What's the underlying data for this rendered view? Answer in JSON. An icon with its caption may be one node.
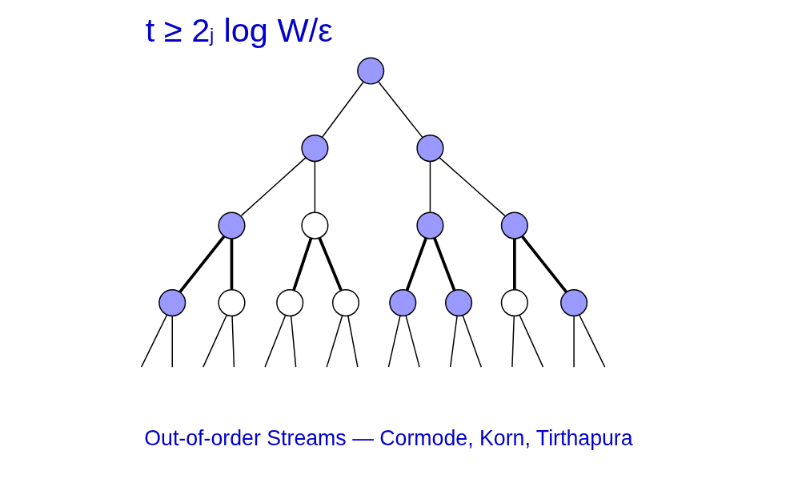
{
  "diagram": {
    "title": "t ≥ 2$^{j}$ log W/ε",
    "caption": "Out-of-order Streams — Cormode, Korn, Tirthapura",
    "nodes": [
      {
        "text": [],
        "shape": "circle"
      },
      {
        "text": [],
        "shape": "circle"
      },
      {
        "text": [],
        "shape": "circle"
      },
      {
        "text": [],
        "shape": "circle"
      },
      {
        "text": [],
        "shape": "circle"
      },
      {
        "text": [],
        "shape": "circle"
      },
      {
        "text": [],
        "shape": "circle"
      },
      {
        "text": [],
        "shape": "circle"
      },
      {
        "text": [],
        "shape": "circle"
      },
      {
        "text": [],
        "shape": "circle"
      },
      {
        "text": [],
        "shape": "circle"
      },
      {
        "text": [],
        "shape": "circle"
      },
      {
        "text": [],
        "shape": "circle"
      },
      {
        "text": [],
        "shape": "circle"
      },
      {
        "text": [],
        "shape": "circle"
      }
    ],
    "edges": [
      {
        "from": 0,
        "to": 1,
        "arrow": "none"
      },
      {
        "from": 0,
        "to": 2,
        "arrow": "none"
      },
      {
        "from": 1,
        "to": 3,
        "arrow": "none"
      },
      {
        "from": 1,
        "to": 4,
        "arrow": "none"
      },
      {
        "from": 2,
        "to": 5,
        "arrow": "none"
      },
      {
        "from": 2,
        "to": 6,
        "arrow": "none"
      },
      {
        "from": 3,
        "to": 7,
        "arrow": "none",
        "style": "thick"
      },
      {
        "from": 3,
        "to": 8,
        "arrow": "none",
        "style": "thick"
      },
      {
        "from": 4,
        "to": 9,
        "arrow": "none",
        "style": "thick"
      },
      {
        "from": 4,
        "to": 10,
        "arrow": "none",
        "style": "thick"
      },
      {
        "from": 5,
        "to": 11,
        "arrow": "none",
        "style": "thick"
      },
      {
        "from": 5,
        "to": 12,
        "arrow": "none",
        "style": "thick"
      },
      {
        "from": 6,
        "to": 13,
        "arrow": "none",
        "style": "thick"
      },
      {
        "from": 6,
        "to": 14,
        "arrow": "none",
        "style": "thick"
      },
      {
        "from": 7,
        "to": null,
        "arrow": "none"
      },
      {
        "from": 7,
        "to": null,
        "arrow": "none"
      },
      {
        "from": 8,
        "to": null,
        "arrow": "none"
      },
      {
        "from": 8,
        "to": null,
        "arrow": "none"
      },
      {
        "from": 9,
        "to": null,
        "arrow": "none"
      },
      {
        "from": 9,
        "to": null,
        "arrow": "none"
      },
      {
        "from": 10,
        "to": null,
        "arrow": "none"
      },
      {
        "from": 10,
        "to": null,
        "arrow": "none"
      },
      {
        "from": 11,
        "to": null,
        "arrow": "none"
      },
      {
        "from": 11,
        "to": null,
        "arrow": "none"
      },
      {
        "from": 12,
        "to": null,
        "arrow": "none"
      },
      {
        "from": 12,
        "to": null,
        "arrow": "none"
      },
      {
        "from": 13,
        "to": null,
        "arrow": "none"
      },
      {
        "from": 13,
        "to": null,
        "arrow": "none"
      },
      {
        "from": 14,
        "to": null,
        "arrow": "none"
      },
      {
        "from": 14,
        "to": null,
        "arrow": "none"
      }
    ]
  }
}
